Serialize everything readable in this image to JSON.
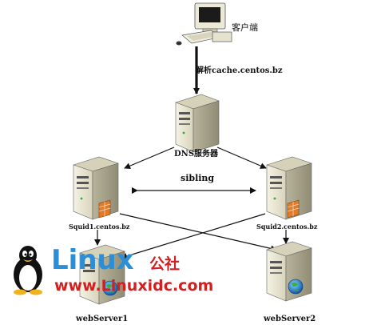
{
  "labels": {
    "client": "客户端",
    "resolve": "解析cache.centos.bz",
    "dns": "DNS服务器",
    "sibling": "sibling",
    "squid1": "Squid1.centos.bz",
    "squid2": "Squid2.centos.bz",
    "web1": "webServer1",
    "web2": "webServer2"
  },
  "watermark": {
    "brand": "Linux",
    "brand_cn": "公社",
    "url": "www.Linuxidc.com"
  },
  "colors": {
    "arrow": "#111111",
    "server_body": "#e9e6d2",
    "watermark_blue": "#2a8fd8",
    "watermark_red": "#d21f1f"
  }
}
